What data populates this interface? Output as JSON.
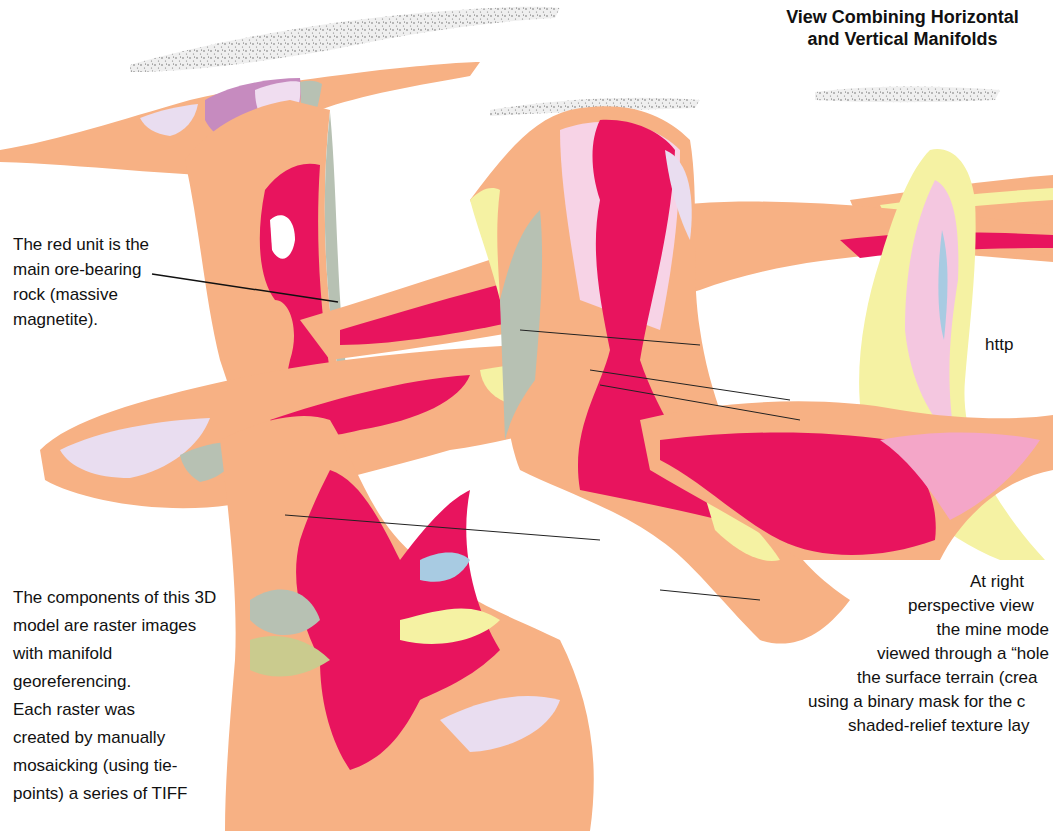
{
  "diagram": {
    "title": "View Combining Horizontal and Vertical Manifolds",
    "labels": [
      "The red unit is the main ore-bearing rock (massive magnetite).",
      "http",
      "At right perspective view the mine mode viewed through a “hole the surface terrain (crea using a binary mask for the c shaded-relief texture lay",
      "The components of this 3D model are raster images with manifold georeferencing. Each raster was created by manually mosaicking (using tie- points) a series of TIFF"
    ]
  }
}
